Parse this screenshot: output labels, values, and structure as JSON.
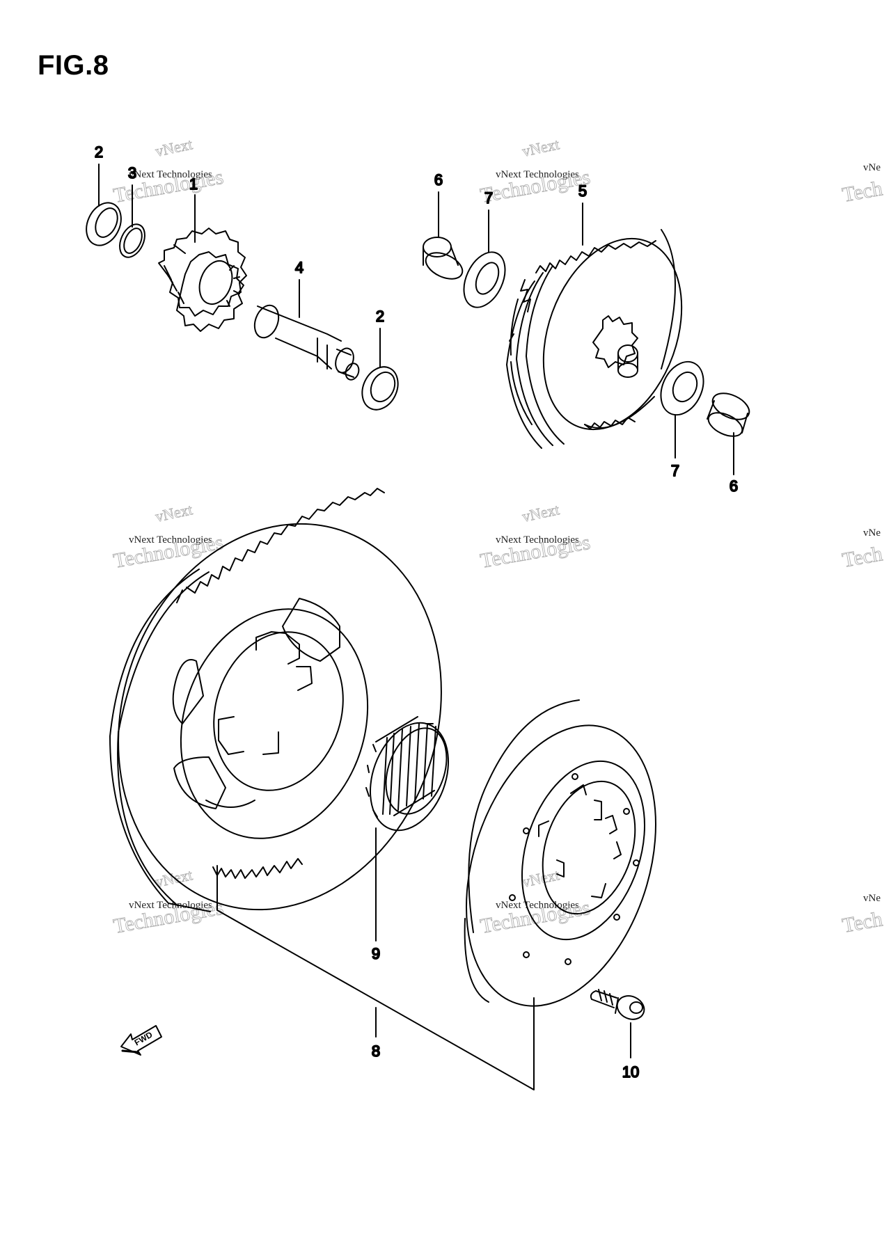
{
  "figure": {
    "title": "FIG.8"
  },
  "watermark": {
    "line1": "vNext",
    "line2": "vNext Technologies",
    "line3": "Technologies",
    "partial": "vNe",
    "partial2": "Tech"
  },
  "callouts": {
    "c1": "1",
    "c2a": "2",
    "c2b": "2",
    "c3": "3",
    "c4": "4",
    "c5": "5",
    "c6a": "6",
    "c6b": "6",
    "c7a": "7",
    "c7b": "7",
    "c8": "8",
    "c9": "9",
    "c10": "10"
  },
  "fwd": {
    "label": "FWD"
  },
  "colors": {
    "line": "#000000",
    "watermark": "#b8b8b8"
  }
}
